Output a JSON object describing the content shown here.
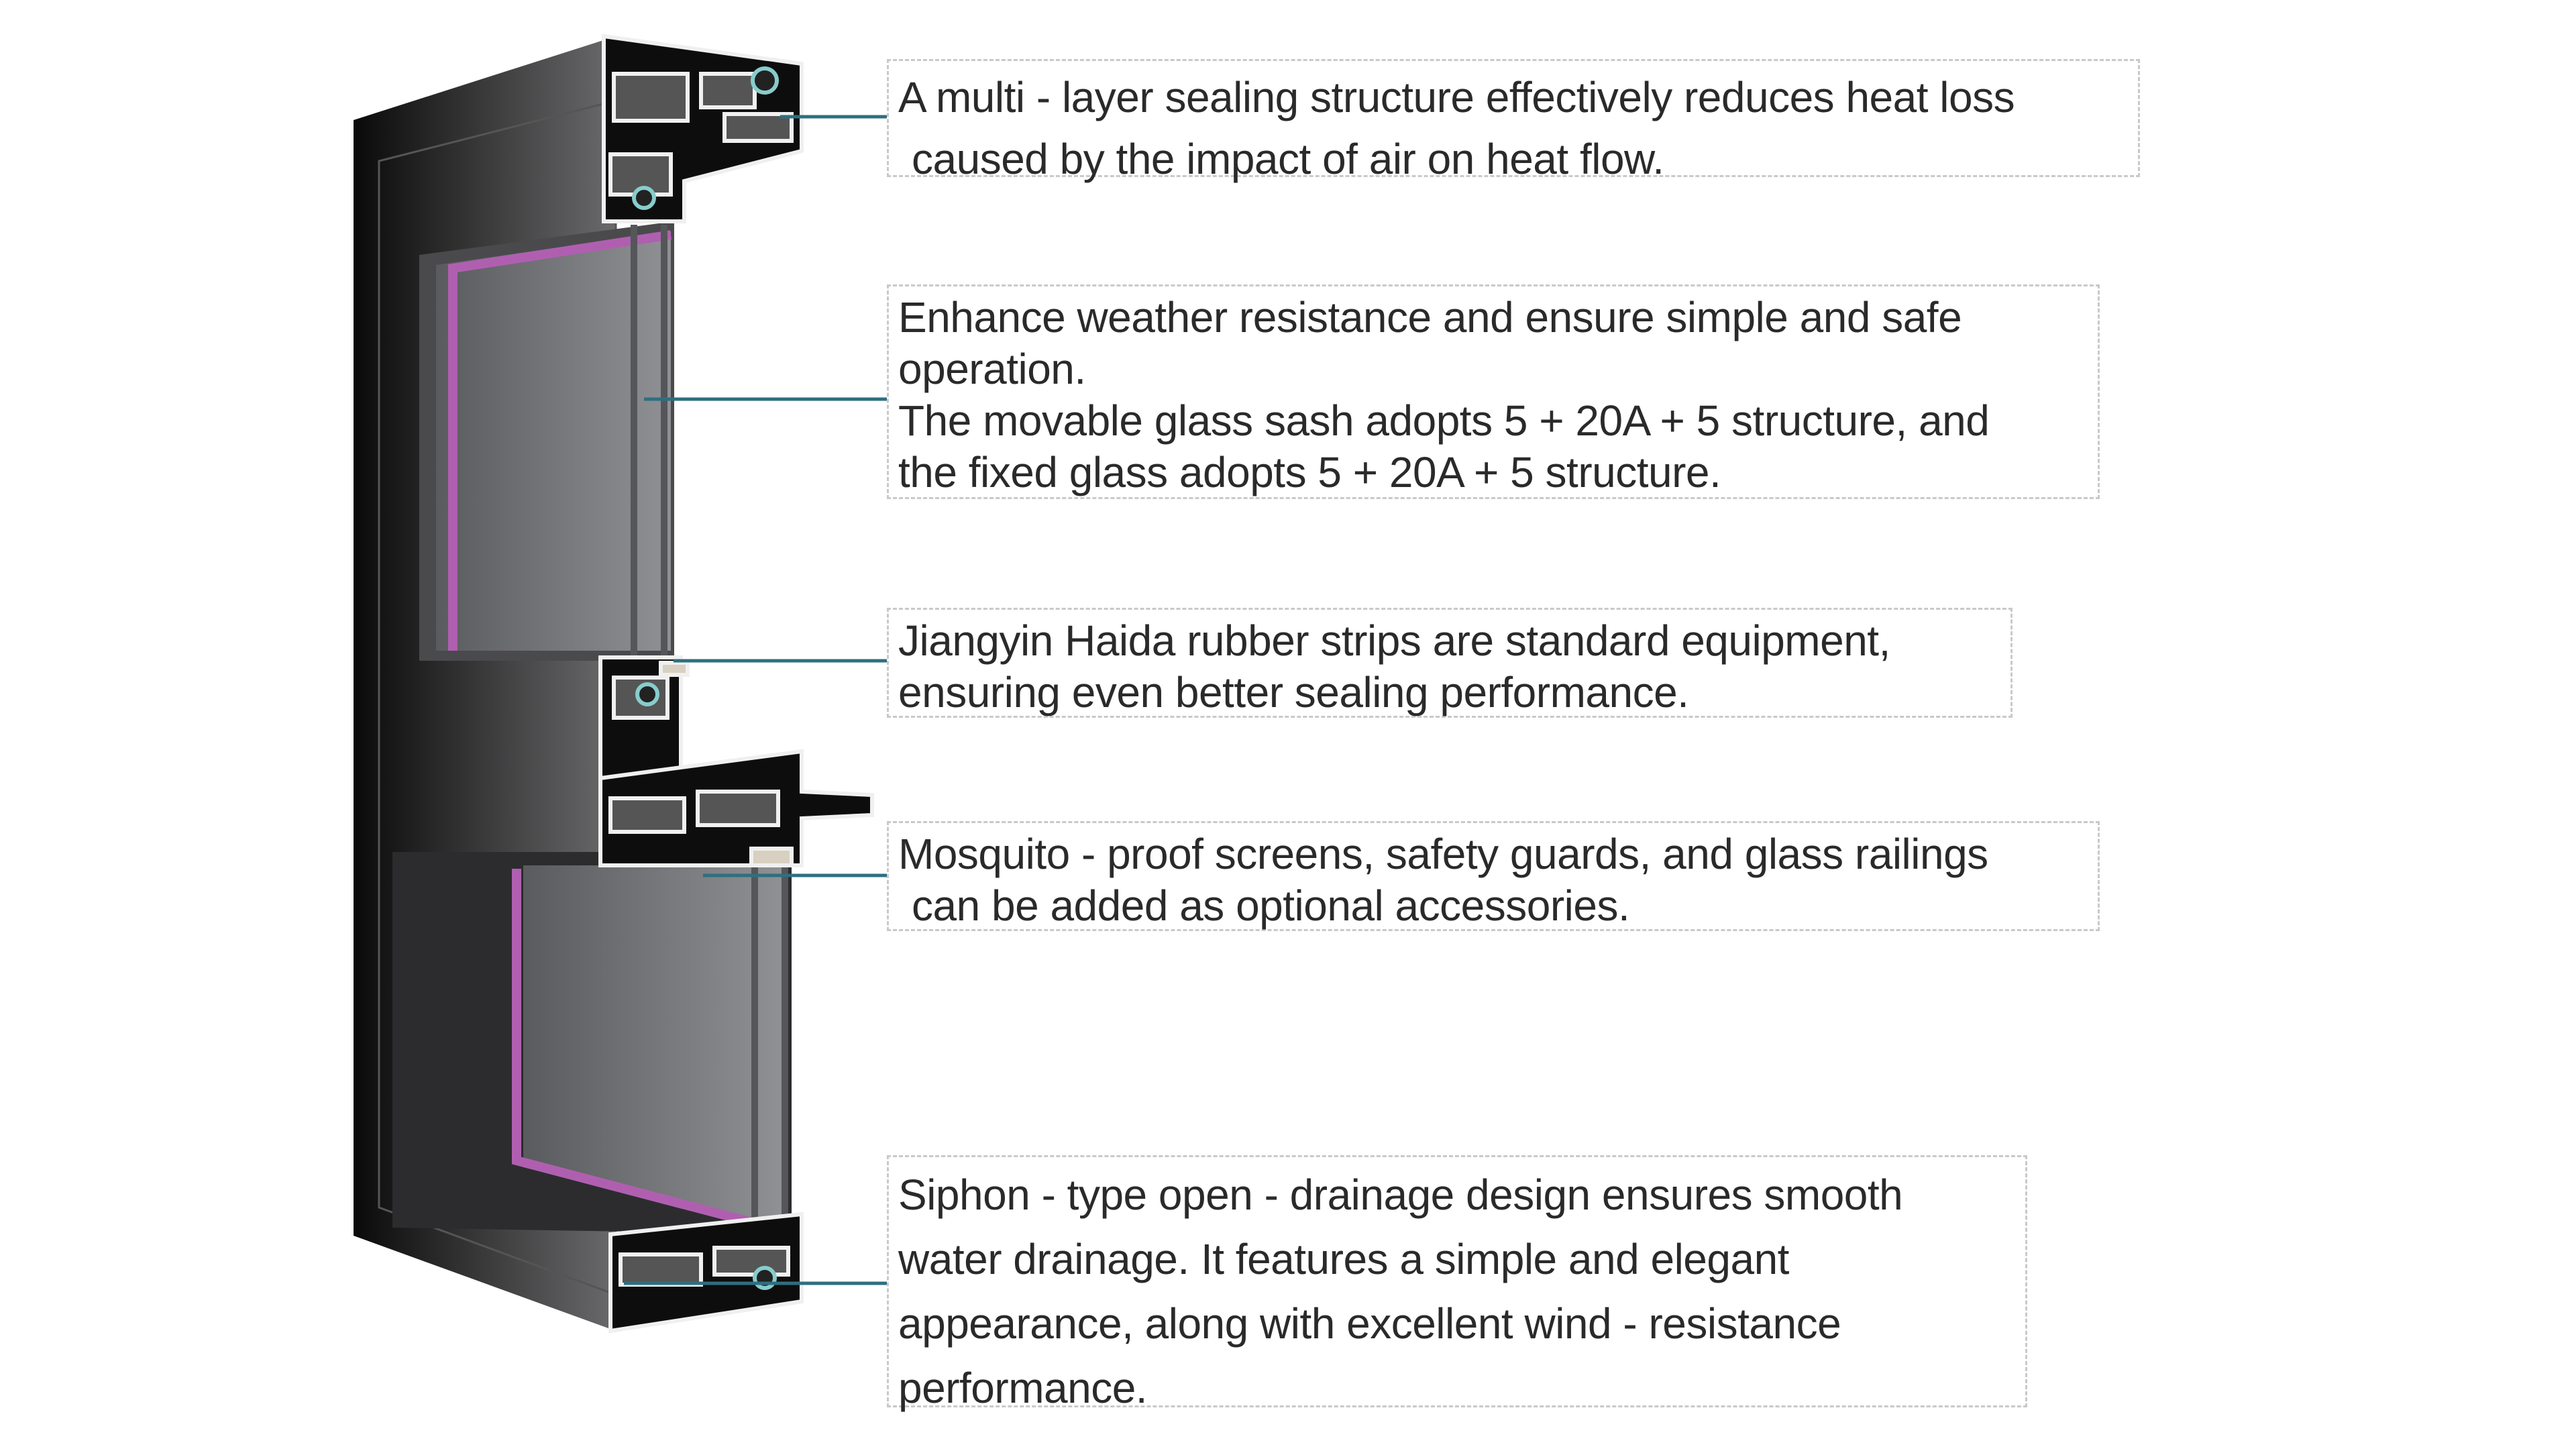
{
  "colors": {
    "leader": "#2e6f80",
    "frame": "#3a3a3c",
    "gasket": "#b05fb0",
    "glass": "#7c7d80"
  },
  "annotations": [
    {
      "lines": [
        "A multi - layer sealing structure effectively reduces heat loss",
        "caused by the impact of air on heat flow."
      ]
    },
    {
      "lines": [
        "Enhance weather resistance and ensure simple and safe",
        "operation.",
        "The movable glass sash adopts 5 + 20A + 5 structure, and",
        "the fixed glass adopts 5 + 20A + 5 structure."
      ]
    },
    {
      "lines": [
        "Jiangyin Haida rubber strips are standard equipment,",
        "ensuring even better sealing performance."
      ]
    },
    {
      "lines": [
        "Mosquito - proof screens, safety guards, and glass railings",
        "can be added as optional accessories."
      ]
    },
    {
      "lines": [
        "Siphon - type open - drainage design ensures smooth",
        "water drainage. It features a simple and elegant",
        "appearance, along with excellent wind - resistance",
        "performance."
      ]
    }
  ]
}
